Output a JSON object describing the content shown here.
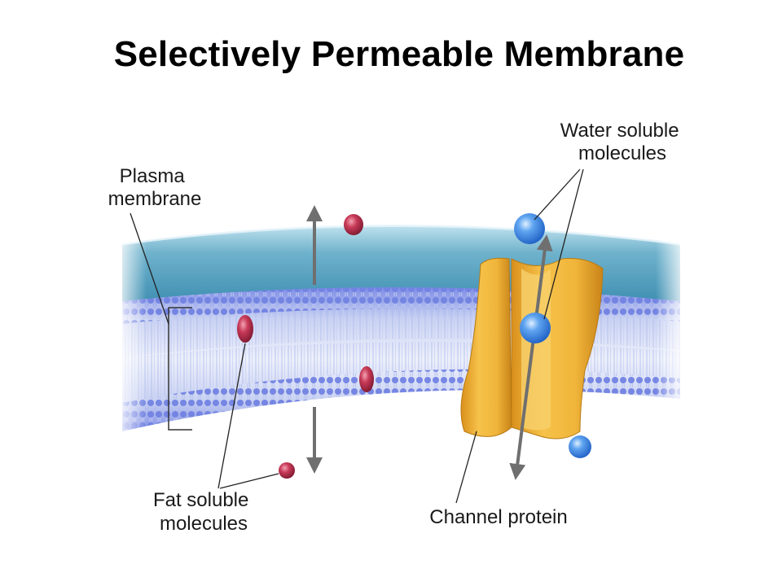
{
  "title": "Selectively Permeable Membrane",
  "labels": {
    "plasma_membrane": [
      "Plasma",
      "membrane"
    ],
    "water_soluble": [
      "Water soluble",
      "molecules"
    ],
    "fat_soluble": [
      "Fat soluble",
      "molecules"
    ],
    "channel_protein": "Channel protein"
  },
  "colors": {
    "water_surface": "#5ea9c4",
    "lipid_heads": "#7f8ee8",
    "lipid_tails": "#dce3f3",
    "channel_protein": "#f0b53a",
    "water_molecule": "#3a7fe0",
    "fat_molecule": "#c0304f",
    "arrow": "#6f6f6f"
  }
}
